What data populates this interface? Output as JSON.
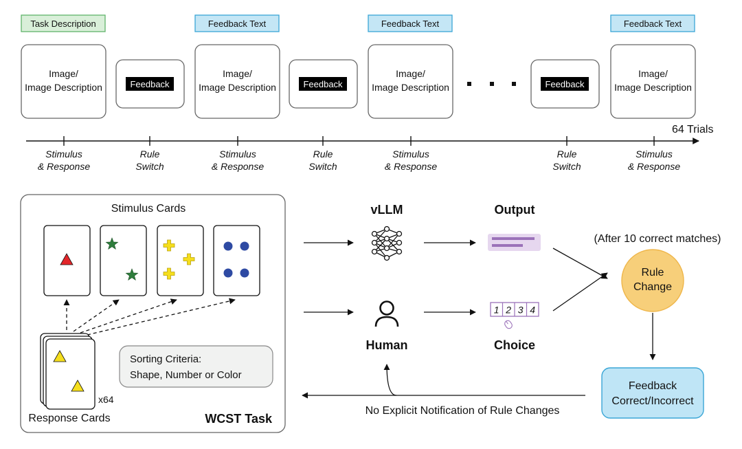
{
  "timeline": {
    "headers": [
      {
        "text": "Task Description",
        "kind": "task"
      },
      {
        "text": "Feedback Text",
        "kind": "feedback"
      },
      {
        "text": "Feedback Text",
        "kind": "feedback"
      },
      {
        "text": "Feedback Text",
        "kind": "feedback"
      }
    ],
    "image_box_line1": "Image/",
    "image_box_line2": "Image Description",
    "feedback_label": "Feedback",
    "ellipsis": "· · ·",
    "trials_label": "64 Trials",
    "ticks": [
      {
        "line1": "Stimulus",
        "line2": "& Response"
      },
      {
        "line1": "Rule",
        "line2": "Switch"
      },
      {
        "line1": "Stimulus",
        "line2": "& Response"
      },
      {
        "line1": "Rule",
        "line2": "Switch"
      },
      {
        "line1": "Stimulus",
        "line2": "& Response"
      },
      {
        "line1": "Rule",
        "line2": "Switch"
      },
      {
        "line1": "Stimulus",
        "line2": "& Response"
      }
    ]
  },
  "task_panel": {
    "stimulus_title": "Stimulus Cards",
    "stimulus_cards": [
      {
        "shape": "triangle",
        "count": 1,
        "color": "red"
      },
      {
        "shape": "star",
        "count": 2,
        "color": "green"
      },
      {
        "shape": "cross",
        "count": 3,
        "color": "yellow"
      },
      {
        "shape": "circle",
        "count": 4,
        "color": "blue"
      }
    ],
    "response_card": {
      "shape": "triangle",
      "count": 2,
      "color": "yellow"
    },
    "deck_count": "x64",
    "response_label": "Response Cards",
    "criteria_line1": "Sorting Criteria:",
    "criteria_line2": "Shape, Number or Color",
    "panel_title": "WCST Task"
  },
  "flow": {
    "vllm_label": "vLLM",
    "human_label": "Human",
    "output_label": "Output",
    "choice_label": "Choice",
    "choice_numbers": [
      "1",
      "2",
      "3",
      "4"
    ],
    "after_label": "(After 10 correct matches)",
    "rule_change_line1": "Rule",
    "rule_change_line2": "Change",
    "feedback_line1": "Feedback",
    "feedback_line2": "Correct/Incorrect",
    "no_notification": "No Explicit Notification of Rule Changes"
  },
  "colors": {
    "task_header_fill": "#d9efd9",
    "task_header_stroke": "#5fb36a",
    "feedback_header_fill": "#c4e6f5",
    "feedback_header_stroke": "#3aa6d6",
    "red": "#e3262a",
    "green": "#2e7d3c",
    "yellow": "#f5de1d",
    "blue": "#2e4aa3",
    "purple": "#9b72b9",
    "purple_light": "#e6d7ef",
    "rule_fill": "#f7cf7a",
    "rule_stroke": "#efb64a",
    "feedback_box_fill": "#bfe5f6",
    "feedback_box_stroke": "#3aa6d6"
  }
}
